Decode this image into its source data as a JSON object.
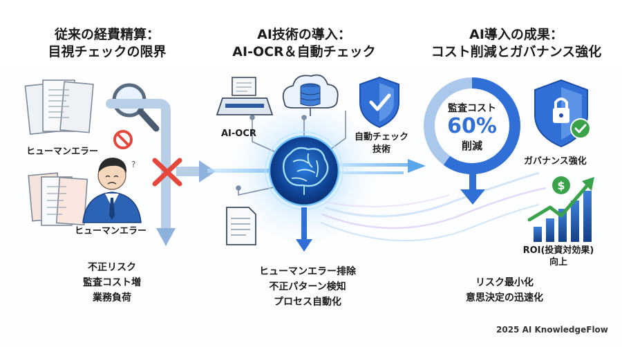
{
  "colors": {
    "accent": "#2f6fd6",
    "light_blue": "#a9c8ec",
    "dark_blue": "#1e4fa8",
    "red": "#e4473b",
    "green": "#3aa34a",
    "gray": "#9aa7b6"
  },
  "left": {
    "title_line1": "従来の経費精算：",
    "title_line2": "目視チェックの限界",
    "label_top": "ヒューマンエラー",
    "label_bottom": "ヒューマンエラー",
    "issues": [
      "不正リスク",
      "監査コスト増",
      "業務負荷"
    ]
  },
  "center": {
    "title_line1": "AI技術の導入：",
    "title_line2": "AI-OCR＆自動チェック",
    "ocr_label": "AI-OCR",
    "auto_check_line1": "自動チェック",
    "auto_check_line2": "技術",
    "effects": [
      "ヒューマンエラー排除",
      "不正パターン検知",
      "プロセス自動化"
    ]
  },
  "right": {
    "title_line1": "AI導入の成果：",
    "title_line2": "コスト削減とガバナンス強化",
    "ring_line1": "監査コスト",
    "ring_value": "60%",
    "ring_line2": "削減",
    "ring_fraction": 0.6,
    "governance_label": "ガバナンス強化",
    "roi_line1": "ROI(投資対効果)",
    "roi_line2": "向上",
    "results": [
      "リスク最小化",
      "意思決定の迅速化"
    ]
  },
  "footer": {
    "credit": "2025 AI KnowledgeFlow"
  },
  "icons": [
    "receipt-icon",
    "magnifier-icon",
    "prohibited-icon",
    "worried-person-icon",
    "red-x-icon",
    "scanner-icon",
    "database-cloud-icon",
    "shield-check-icon",
    "brain-chip-icon",
    "document-icon",
    "shield-lock-icon",
    "dollar-icon",
    "growth-chart-icon"
  ]
}
